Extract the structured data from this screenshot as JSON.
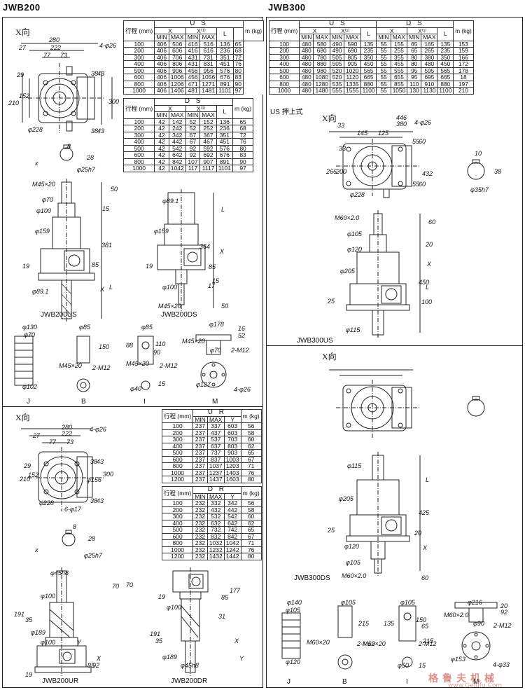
{
  "sections": {
    "jwb200_title": "JWB200",
    "jwb300_title": "JWB300",
    "push_type": "US 押上式"
  },
  "xdir": "X向",
  "x_arrow_label": "x",
  "stroke_header": "行程 (mm)",
  "mass_header": "m (kg)",
  "col_headers": {
    "x": "X",
    "x1": "X⁽¹⁾",
    "min": "MIN",
    "max": "MAX",
    "l": "L",
    "y": "Y"
  },
  "table_us200": {
    "title": "U S",
    "rows": [
      [
        "100",
        "406",
        "506",
        "416",
        "516",
        "136",
        "65"
      ],
      [
        "200",
        "406",
        "606",
        "416",
        "616",
        "236",
        "68"
      ],
      [
        "300",
        "406",
        "706",
        "431",
        "731",
        "351",
        "72"
      ],
      [
        "400",
        "406",
        "806",
        "431",
        "831",
        "451",
        "76"
      ],
      [
        "500",
        "406",
        "906",
        "456",
        "956",
        "576",
        "80"
      ],
      [
        "600",
        "406",
        "1006",
        "456",
        "1056",
        "676",
        "83"
      ],
      [
        "800",
        "406",
        "1206",
        "471",
        "1271",
        "891",
        "90"
      ],
      [
        "1000",
        "406",
        "1406",
        "481",
        "1481",
        "1101",
        "97"
      ]
    ]
  },
  "table_ds200": {
    "title": "D S",
    "rows": [
      [
        "100",
        "42",
        "142",
        "52",
        "152",
        "136",
        "65"
      ],
      [
        "200",
        "42",
        "242",
        "52",
        "252",
        "236",
        "68"
      ],
      [
        "300",
        "42",
        "342",
        "67",
        "367",
        "351",
        "72"
      ],
      [
        "400",
        "42",
        "442",
        "67",
        "467",
        "451",
        "76"
      ],
      [
        "500",
        "42",
        "542",
        "92",
        "592",
        "576",
        "80"
      ],
      [
        "600",
        "42",
        "642",
        "92",
        "692",
        "676",
        "83"
      ],
      [
        "800",
        "42",
        "842",
        "107",
        "907",
        "891",
        "90"
      ],
      [
        "1000",
        "42",
        "1042",
        "117",
        "1117",
        "1101",
        "97"
      ]
    ]
  },
  "table_ur200": {
    "title": "U R",
    "rows": [
      [
        "100",
        "237",
        "337",
        "603",
        "56"
      ],
      [
        "200",
        "237",
        "437",
        "603",
        "58"
      ],
      [
        "300",
        "237",
        "537",
        "703",
        "60"
      ],
      [
        "400",
        "237",
        "637",
        "803",
        "62"
      ],
      [
        "500",
        "237",
        "737",
        "903",
        "65"
      ],
      [
        "600",
        "237",
        "837",
        "1003",
        "67"
      ],
      [
        "800",
        "237",
        "1037",
        "1203",
        "71"
      ],
      [
        "1000",
        "237",
        "1237",
        "1403",
        "76"
      ],
      [
        "1200",
        "237",
        "1437",
        "1603",
        "80"
      ]
    ]
  },
  "table_dr200": {
    "title": "D R",
    "rows": [
      [
        "100",
        "232",
        "332",
        "342",
        "56"
      ],
      [
        "200",
        "232",
        "432",
        "442",
        "58"
      ],
      [
        "300",
        "232",
        "532",
        "542",
        "60"
      ],
      [
        "400",
        "232",
        "632",
        "642",
        "62"
      ],
      [
        "500",
        "232",
        "732",
        "742",
        "65"
      ],
      [
        "600",
        "232",
        "832",
        "842",
        "67"
      ],
      [
        "800",
        "232",
        "1032",
        "1042",
        "71"
      ],
      [
        "1000",
        "232",
        "1232",
        "1242",
        "76"
      ],
      [
        "1200",
        "232",
        "1432",
        "1442",
        "80"
      ]
    ]
  },
  "table_300": {
    "us_title": "U S",
    "ds_title": "D S",
    "rows": [
      [
        "100",
        "480",
        "580",
        "490",
        "590",
        "135",
        "55",
        "155",
        "65",
        "165",
        "135",
        "153"
      ],
      [
        "200",
        "480",
        "680",
        "490",
        "690",
        "235",
        "55",
        "255",
        "65",
        "265",
        "235",
        "159"
      ],
      [
        "300",
        "480",
        "780",
        "505",
        "805",
        "350",
        "55",
        "355",
        "80",
        "380",
        "350",
        "166"
      ],
      [
        "400",
        "480",
        "880",
        "505",
        "905",
        "450",
        "55",
        "455",
        "80",
        "480",
        "450",
        "172"
      ],
      [
        "500",
        "480",
        "980",
        "520",
        "1020",
        "565",
        "55",
        "555",
        "95",
        "595",
        "565",
        "178"
      ],
      [
        "600",
        "480",
        "1080",
        "520",
        "1120",
        "665",
        "55",
        "655",
        "95",
        "695",
        "665",
        "18"
      ],
      [
        "800",
        "480",
        "1280",
        "535",
        "1335",
        "880",
        "55",
        "855",
        "110",
        "910",
        "880",
        "197"
      ],
      [
        "1000",
        "480",
        "1480",
        "555",
        "1555",
        "1100",
        "55",
        "1050",
        "130",
        "1130",
        "1100",
        "210"
      ]
    ]
  },
  "captions": {
    "jwb200us": "JWB200US",
    "jwb200ds": "JWB200DS",
    "jwb200ur": "JWB200UR",
    "jwb200dr": "JWB200DR",
    "jwb300us": "JWB300US",
    "jwb300ds": "JWB300DS",
    "acc_j": "J",
    "acc_b": "B",
    "acc_i": "I",
    "acc_m": "M"
  },
  "dims200_top": [
    "280",
    "222",
    "27",
    "77",
    "73",
    "4-φ26",
    "29",
    "152",
    "210",
    "38",
    "43",
    "300",
    "38",
    "43",
    "φ228",
    "8",
    "28",
    "φ25h7"
  ],
  "dims200_side": [
    "M45×20",
    "φ70",
    "φ100",
    "φ159",
    "φ89.1",
    "50",
    "15",
    "381",
    "85",
    "L",
    "19",
    "X",
    "φ89.1",
    "φ159",
    "364",
    "19",
    "φ100",
    "M45×20",
    "50",
    "17",
    "85",
    "15",
    "L",
    "X"
  ],
  "dims200_acc": [
    "φ130",
    "φ70",
    "φ102",
    "φ85",
    "150",
    "M45×20",
    "2-M12",
    "88",
    "110",
    "90",
    "φ85",
    "M45×20",
    "2-M12",
    "15",
    "φ40",
    "φ178",
    "16",
    "52",
    "M45×20",
    "φ70",
    "2-M12",
    "φ127",
    "4-φ26"
  ],
  "dims200r_top": [
    "280",
    "222",
    "27",
    "77",
    "73",
    "4-φ26",
    "29",
    "152",
    "210",
    "φ156",
    "300",
    "38",
    "43",
    "38",
    "43",
    "φ228",
    "6-φ17",
    "8",
    "28",
    "φ25h7"
  ],
  "dims200r_side": [
    "φ45h8",
    "70",
    "φ100",
    "191",
    "35",
    "φ189",
    "φ100",
    "Y",
    "X",
    "85",
    "92",
    "19",
    "19",
    "φ100",
    "85",
    "177",
    "31",
    "191",
    "35",
    "φ189",
    "φ45h8",
    "X",
    "Y",
    "70"
  ],
  "dims300_top": [
    "446",
    "380",
    "33",
    "145",
    "125",
    "4-φ26",
    "33",
    "266",
    "200",
    "55",
    "60",
    "432",
    "55",
    "60",
    "φ228",
    "10",
    "38",
    "φ35h7"
  ],
  "dims300_us": [
    "M60×2.0",
    "60",
    "φ105",
    "20",
    "φ120",
    "X",
    "φ205",
    "450",
    "L",
    "25",
    "100",
    "φ115"
  ],
  "dims300_ds": [
    "φ115",
    "L",
    "φ205",
    "425",
    "25",
    "φ120",
    "20",
    "X",
    "φ105",
    "60",
    "M60×2.0"
  ],
  "dims300_acc": [
    "φ140",
    "φ105",
    "215",
    "φ120",
    "φ105",
    "M60×20",
    "2-M12",
    "φ105",
    "135",
    "150",
    "65",
    "215",
    "M60×20",
    "2-M12",
    "φ50",
    "15",
    "φ216",
    "20",
    "92",
    "M60×2.0",
    "φ90",
    "2-M12",
    "φ153",
    "4-φ33"
  ],
  "watermark": "格鲁夫机械",
  "watermark_url": "www.Gelufu.Com"
}
